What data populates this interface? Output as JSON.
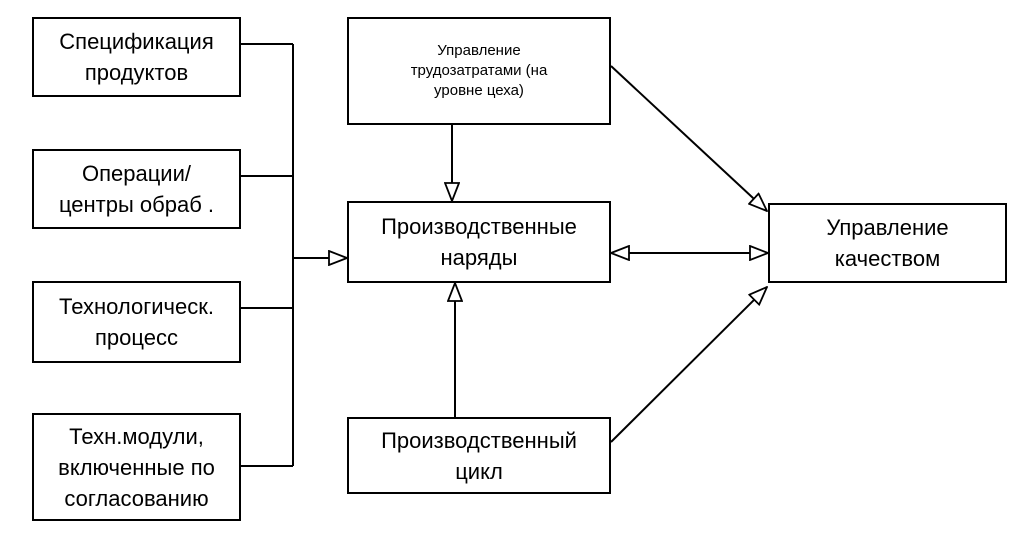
{
  "nodes": {
    "product_spec": "Спецификация\nпродуктов",
    "operations": "Операции/\nцентры обраб .",
    "tech_process": "Технологическ.\nпроцесс",
    "tech_modules": "Техн.модули,\nвключенные по\nсогласованию",
    "labor_management": "Управление\nтрудозатратами (на\nуровне цеха)",
    "production_orders": "Производственные\nнаряды",
    "production_cycle": "Производственный\nцикл",
    "quality_management": "Управление\nкачеством"
  }
}
